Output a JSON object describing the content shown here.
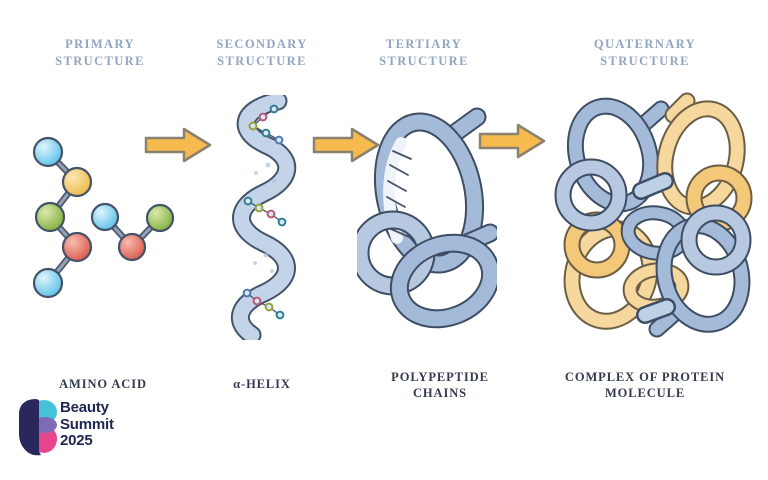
{
  "diagram": {
    "title": "Protein structure levels diagram",
    "columns": [
      {
        "id": "primary",
        "header": "PRIMARY STRUCTURE",
        "caption": "AMINO ACID"
      },
      {
        "id": "secondary",
        "header": "SECONDARY STRUCTURE",
        "caption": "α-HELIX"
      },
      {
        "id": "tertiary",
        "header": "TERTIARY STRUCTURE",
        "caption": "POLYPEPTIDE CHAINS"
      },
      {
        "id": "quaternary",
        "header": "QUATERNARY STRUCTURE",
        "caption": "COMPLEX OF PROTEIN MOLECULE"
      }
    ],
    "arrows": {
      "count": 3,
      "direction": "right"
    }
  },
  "icons": {
    "arrow": "arrow-right-icon",
    "amino_acid": "ball-and-stick-molecule",
    "alpha_helix": "helix-ribbon",
    "polypeptide": "tangled-tube",
    "complex": "four-subunit-tangle"
  },
  "logo": {
    "line1": "Beauty",
    "line2": "Summit",
    "line3": "2025"
  },
  "colors": {
    "background": "#FFFFFF",
    "header_text": "#93A6BF",
    "caption_text": "#343B4C",
    "arrow_fill": "#F6BA4F",
    "arrow_stroke": "#8A8170",
    "tube_blue": "#A3BAD8",
    "tube_blue_outline": "#3E4D64",
    "tube_yellow": "#F6D79E",
    "tube_yellow_outline": "#6B5E44",
    "ball_blue": "#59BFE8",
    "ball_yellow": "#EDB845",
    "ball_green": "#7FAE3A",
    "ball_red": "#D9564A",
    "logo_navy": "#29275B",
    "logo_teal": "#45C2D9",
    "logo_pink": "#E8468C",
    "logo_purple": "#7F6AB5",
    "logo_text": "#232653"
  }
}
